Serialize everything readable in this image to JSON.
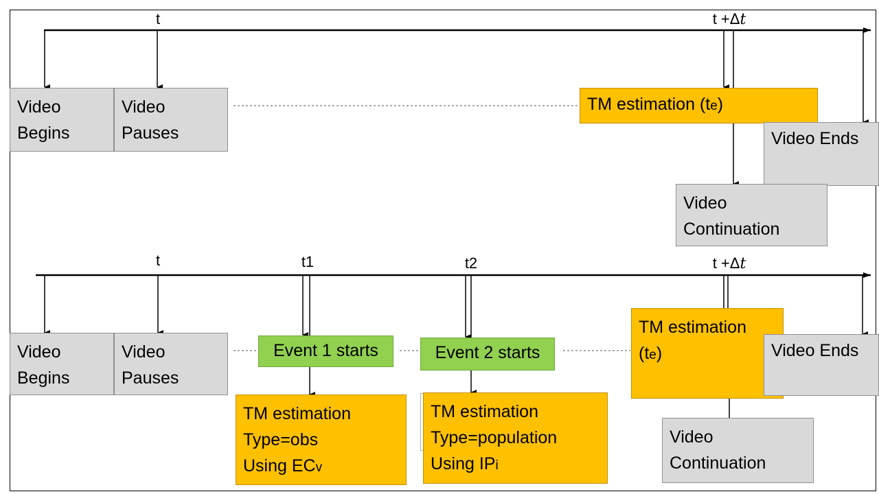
{
  "top": {
    "label_t": "t",
    "label_tdt_prefix": "t +Δ",
    "label_tdt_var": "t",
    "video_begins": [
      "Video",
      "Begins"
    ],
    "video_pauses": [
      "Video",
      "Pauses"
    ],
    "tm_estimation": {
      "text": "TM estimation (t",
      "sub": "e",
      "tail": ")"
    },
    "video_ends": "Video Ends",
    "video_continuation": [
      "Video",
      "Continuation"
    ]
  },
  "bottom": {
    "label_t": "t",
    "label_t1": "t1",
    "label_t2": "t2",
    "label_tdt_prefix": "t +Δ",
    "label_tdt_var": "t",
    "video_begins": [
      "Video",
      "Begins"
    ],
    "video_pauses": [
      "Video",
      "Pauses"
    ],
    "event1": "Event 1 starts",
    "event2": "Event 2 starts",
    "tm_estimation": {
      "line1": "TM estimation",
      "line2": "(t",
      "sub": "e",
      "tail": ")"
    },
    "video_ends": "Video Ends",
    "video_continuation": [
      "Video",
      "Continuation"
    ],
    "tm_obs": {
      "line1": "TM estimation",
      "line2": "Type=obs",
      "line3": "Using EC",
      "sub": "v"
    },
    "tm_pop": {
      "line1": "TM estimation",
      "line2": "Type=population",
      "line3": "Using IP",
      "sub": "i"
    }
  }
}
